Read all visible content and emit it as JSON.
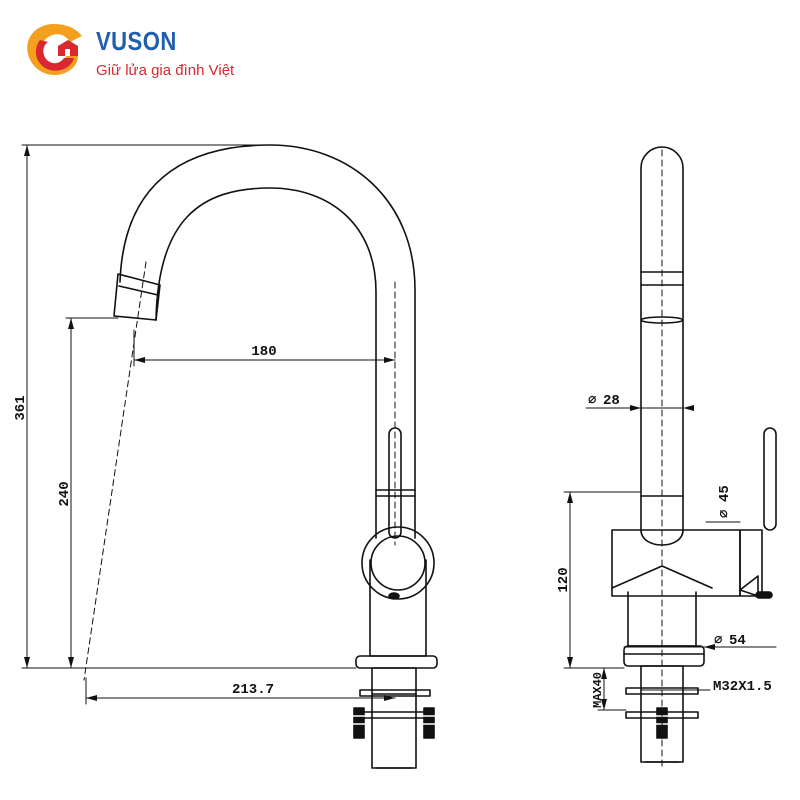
{
  "logo": {
    "brand": "VUSON",
    "slogan": "Giữ lửa gia đình Việt",
    "colors": {
      "brand": "#1f5fae",
      "accent": "#d9282f",
      "gold": "#f2a01e"
    }
  },
  "dimensions": {
    "total_height": "361",
    "spout_height": "240",
    "reach": "180",
    "base_reach": "213.7",
    "pipe_diameter": "28",
    "body_diameter": "45",
    "body_height": "120",
    "base_diameter": "54",
    "thread": "M32X1.5",
    "max_deck": "MAX40"
  },
  "symbols": {
    "diameter": "∅"
  }
}
